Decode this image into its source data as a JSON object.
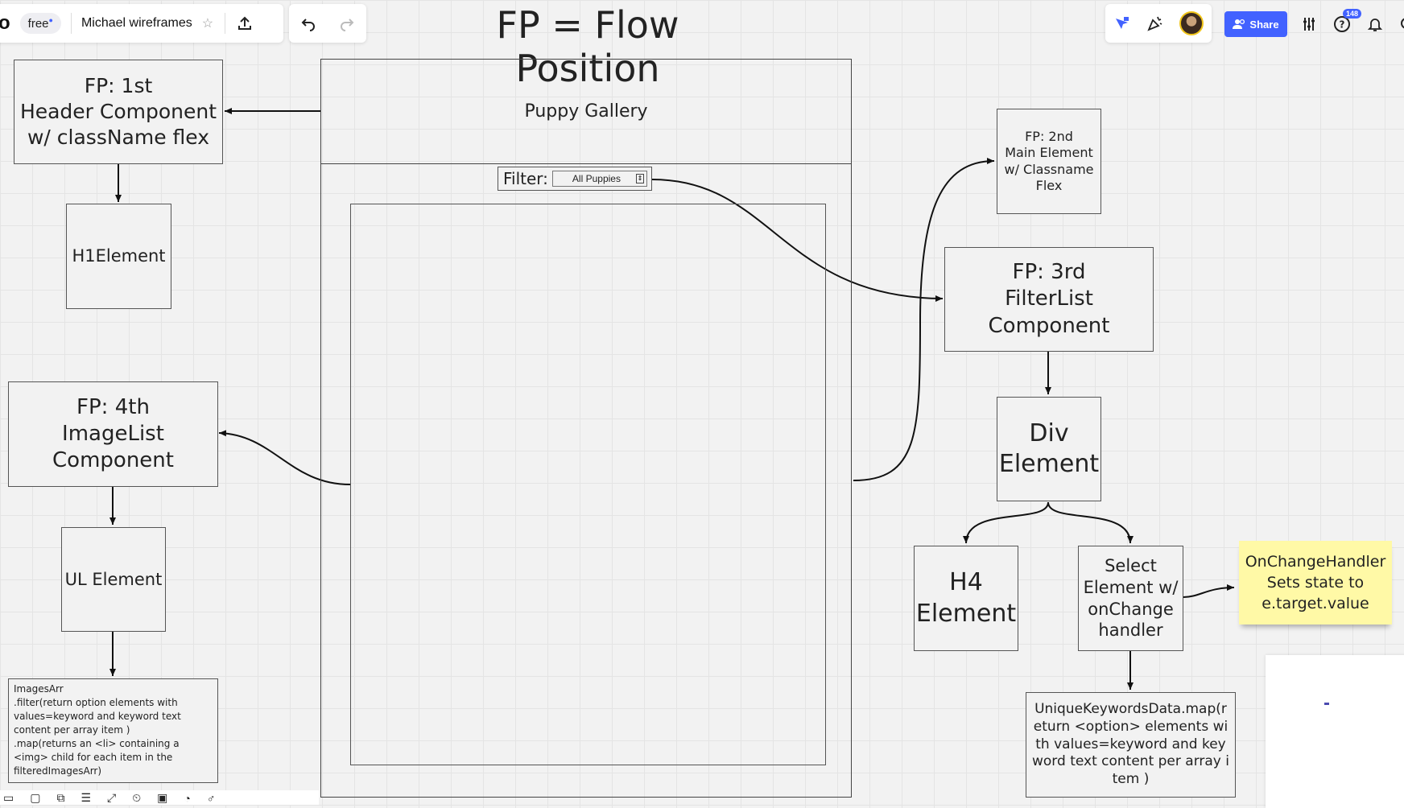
{
  "app": {
    "logo_glyph": "o",
    "plan_badge": "free",
    "board_name": "Michael wireframes",
    "share_label": "Share",
    "notification_count": "148",
    "accent": "#4262ff",
    "icons": [
      "star-icon",
      "export-icon",
      "undo-icon",
      "redo-icon",
      "cursor-flag-icon",
      "celebrate-icon",
      "avatar",
      "share-people-icon",
      "settings-sliders-icon",
      "help-icon",
      "bell-icon",
      "search-icon"
    ]
  },
  "canvas": {
    "title": "FP = Flow Position",
    "wireframe": {
      "header_text": "Puppy Gallery",
      "filter_label": "Filter:",
      "filter_value": "All Puppies"
    },
    "boxes": {
      "header_component": "FP: 1st\nHeader Component\nw/ className flex",
      "h1_element": "H1Element",
      "image_list": "FP: 4th\nImageList\nComponent",
      "ul_element": "UL Element",
      "images_arr_code": "ImagesArr\n.filter(return option elements with values=keyword and keyword text content per array item )\n.map(returns an <li> containing a <img> child for each item in the filteredImagesArr)",
      "main_element": "FP: 2nd\nMain Element\nw/ Classname\nFlex",
      "filter_list": "FP: 3rd\nFilterList\nComponent",
      "div_element": "Div\nElement",
      "h4_element": "H4\nElement",
      "select_element": "Select\nElement w/\nonChange\nhandler",
      "unique_keywords": "UniqueKeywordsData.map(return <option> elements with values=keyword and keyword text content per array item )",
      "sticky_note": "OnChangeHandler\nSets state to\ne.target.value"
    },
    "sticky_color": "#fff9a6"
  }
}
